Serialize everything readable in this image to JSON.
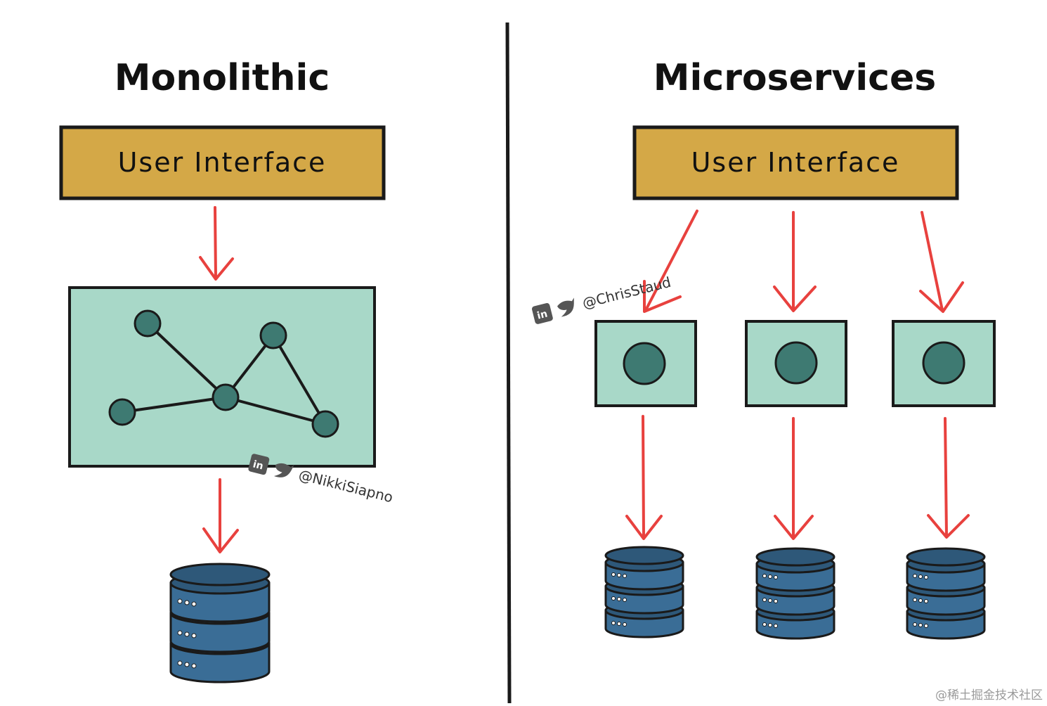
{
  "monolithic": {
    "title": "Monolithic",
    "ui_label": "User Interface",
    "watermark_handle": "@NikkiSiapno"
  },
  "microservices": {
    "title": "Microservices",
    "ui_label": "User Interface",
    "watermark_handle": "@ChrisStaud"
  },
  "footer": {
    "text": "@稀土掘金技术社区"
  },
  "icons": {
    "linkedin": "linkedin-icon",
    "twitter": "twitter-icon",
    "database": "database-icon"
  },
  "colors": {
    "ui_box": "#d4a847",
    "component_box": "#a8d8c8",
    "node": "#3e7a72",
    "arrow": "#e8413e",
    "database": "#3a6d96"
  }
}
